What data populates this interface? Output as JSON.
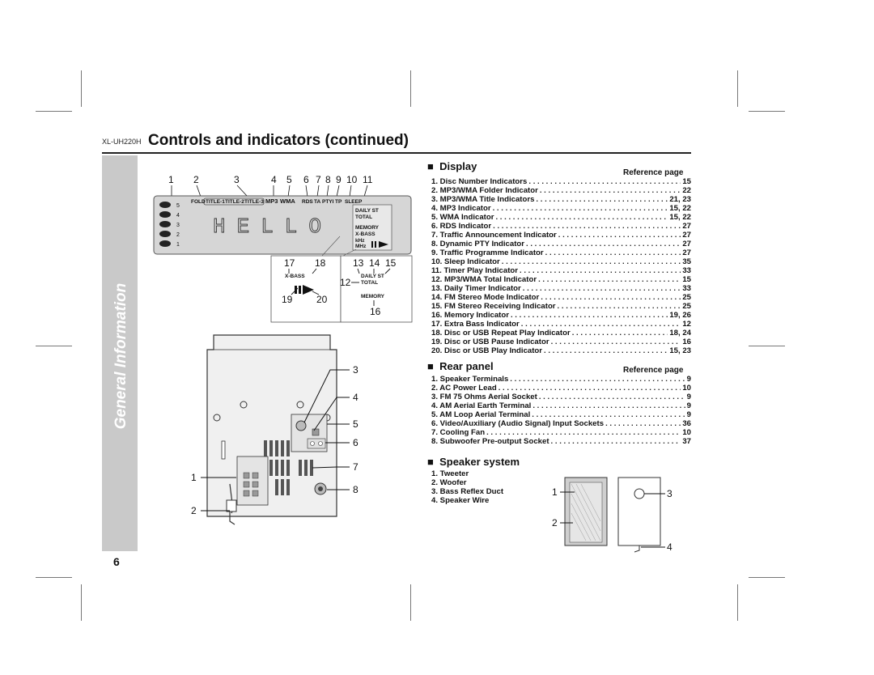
{
  "header": {
    "model": "XL-UH220H",
    "title": "Controls and indicators (continued)"
  },
  "sidebar": {
    "label": "General Information"
  },
  "page_number": "6",
  "display_diagram": {
    "callouts_top": [
      "1",
      "2",
      "3",
      "4",
      "5",
      "6",
      "7",
      "8",
      "9",
      "10",
      "11"
    ],
    "callouts_bottom": [
      "17",
      "18",
      "13",
      "14",
      "15",
      "12",
      "19",
      "20",
      "16"
    ],
    "lcd_text": "HELLO",
    "folder_labels": [
      "FOLD",
      "TITLE-1",
      "TITLE-2",
      "TITLE-3",
      "MP3",
      "WMA",
      "RDS",
      "TA",
      "PTYI",
      "TP",
      "SLEEP"
    ],
    "disc_numbers": [
      "5",
      "4",
      "3",
      "2",
      "1"
    ],
    "right_labels": [
      "DAILY ST",
      "TOTAL",
      "MEMORY",
      "X-BASS",
      "kHz",
      "MHz"
    ]
  },
  "rear_diagram": {
    "callouts_right": [
      "3",
      "4",
      "5",
      "6",
      "7",
      "8"
    ],
    "callouts_left": [
      "1",
      "2"
    ]
  },
  "speaker_diagram": {
    "callouts": [
      "1",
      "2",
      "3",
      "4"
    ]
  },
  "display": {
    "heading": "Display",
    "ref_label": "Reference page",
    "items": [
      {
        "label": "1. Disc Number Indicators",
        "page": "15"
      },
      {
        "label": "2. MP3/WMA Folder Indicator",
        "page": "22"
      },
      {
        "label": "3. MP3/WMA Title Indicators",
        "page": "21, 23"
      },
      {
        "label": "4. MP3 Indicator",
        "page": "15, 22"
      },
      {
        "label": "5. WMA Indicator",
        "page": "15, 22"
      },
      {
        "label": "6. RDS Indicator",
        "page": "27"
      },
      {
        "label": "7. Traffic Announcement Indicator",
        "page": "27"
      },
      {
        "label": "8. Dynamic PTY Indicator",
        "page": "27"
      },
      {
        "label": "9. Traffic Programme Indicator",
        "page": "27"
      },
      {
        "label": "10. Sleep Indicator",
        "page": "35"
      },
      {
        "label": "11. Timer Play Indicator",
        "page": "33"
      },
      {
        "label": "12. MP3/WMA Total Indicator",
        "page": "15"
      },
      {
        "label": "13. Daily Timer Indicator",
        "page": "33"
      },
      {
        "label": "14. FM Stereo Mode Indicator",
        "page": "25"
      },
      {
        "label": "15. FM Stereo Receiving Indicator",
        "page": "25"
      },
      {
        "label": "16. Memory Indicator",
        "page": "19, 26"
      },
      {
        "label": "17. Extra Bass Indicator",
        "page": "12"
      },
      {
        "label": "18. Disc or USB Repeat Play Indicator",
        "page": "18, 24"
      },
      {
        "label": "19. Disc or USB Pause Indicator",
        "page": "16"
      },
      {
        "label": "20. Disc or USB Play Indicator",
        "page": "15, 23"
      }
    ]
  },
  "rear_panel": {
    "heading": "Rear panel",
    "ref_label": "Reference page",
    "items": [
      {
        "label": "1. Speaker Terminals",
        "page": "9"
      },
      {
        "label": "2. AC Power Lead",
        "page": "10"
      },
      {
        "label": "3. FM 75 Ohms Aerial Socket",
        "page": "9"
      },
      {
        "label": "4. AM Aerial Earth Terminal",
        "page": "9"
      },
      {
        "label": "5. AM Loop Aerial Terminal",
        "page": "9"
      },
      {
        "label": "6. Video/Auxiliary (Audio Signal) Input Sockets",
        "page": "36"
      },
      {
        "label": "7. Cooling Fan",
        "page": "10"
      },
      {
        "label": "8. Subwoofer Pre-output Socket",
        "page": "37"
      }
    ]
  },
  "speaker_system": {
    "heading": "Speaker system",
    "items": [
      "1. Tweeter",
      "2. Woofer",
      "3. Bass Reflex Duct",
      "4. Speaker Wire"
    ]
  }
}
